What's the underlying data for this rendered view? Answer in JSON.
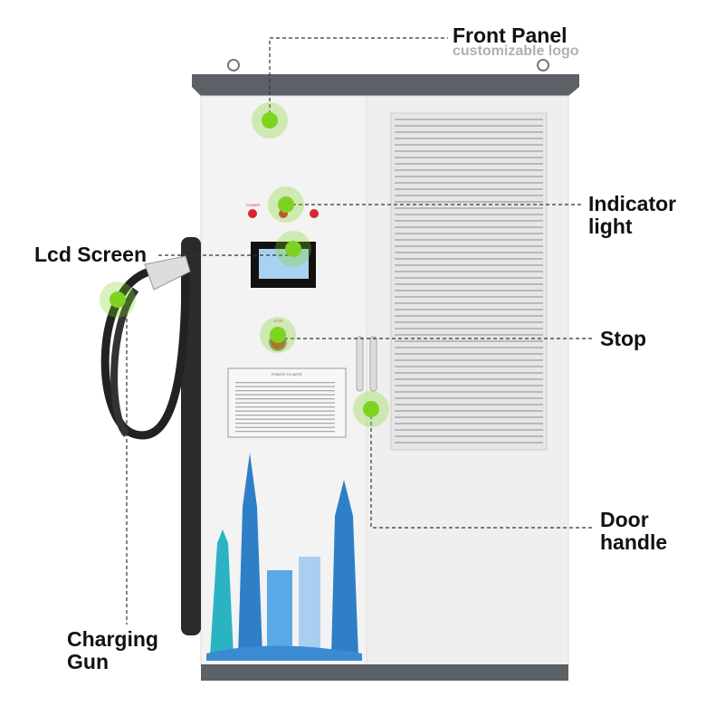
{
  "callouts": {
    "front_panel": {
      "title": "Front Panel",
      "subtitle": "customizable logo"
    },
    "indicator_light": {
      "line1": "Indicator",
      "line2": "light"
    },
    "lcd_screen": {
      "title": "Lcd Screen"
    },
    "stop": {
      "title": "Stop"
    },
    "door_handle": {
      "line1": "Door",
      "line2": "handle"
    },
    "charging_gun": {
      "line1": "Charging",
      "line2": "Gun"
    }
  },
  "panel_labels": {
    "power": "POWER",
    "stop": "STOP"
  },
  "notice": {
    "title": "POINTS TO NOTE"
  },
  "colors": {
    "hotspot": "#7ed321",
    "cabinet": "#f1f1f1",
    "roof": "#5b6166",
    "indicator_red": "#d9262e",
    "building_blue": "#2f7fc6"
  }
}
